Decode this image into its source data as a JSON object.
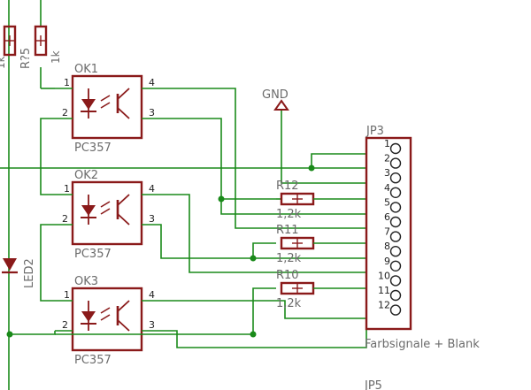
{
  "optocouplers": [
    {
      "name": "OK1",
      "type": "PC357"
    },
    {
      "name": "OK2",
      "type": "PC357"
    },
    {
      "name": "OK3",
      "type": "PC357"
    }
  ],
  "opto_pins": [
    "1",
    "2",
    "3",
    "4"
  ],
  "resistors_right": [
    {
      "name": "R12",
      "value": "1,2k"
    },
    {
      "name": "R11",
      "value": "1,2k"
    },
    {
      "name": "R10",
      "value": "1,2k"
    }
  ],
  "resistors_top": [
    {
      "name": "R?5",
      "value": "1k"
    }
  ],
  "top_left_fragments": [
    "1k",
    "1k"
  ],
  "gnd_label": "GND",
  "connector": {
    "name": "JP3",
    "pins": [
      "1",
      "2",
      "3",
      "4",
      "5",
      "6",
      "7",
      "8",
      "9",
      "10",
      "11",
      "12"
    ],
    "caption": "Farbsignale + Blank"
  },
  "led": {
    "name": "LED2"
  },
  "bottom_connector": "JP5"
}
